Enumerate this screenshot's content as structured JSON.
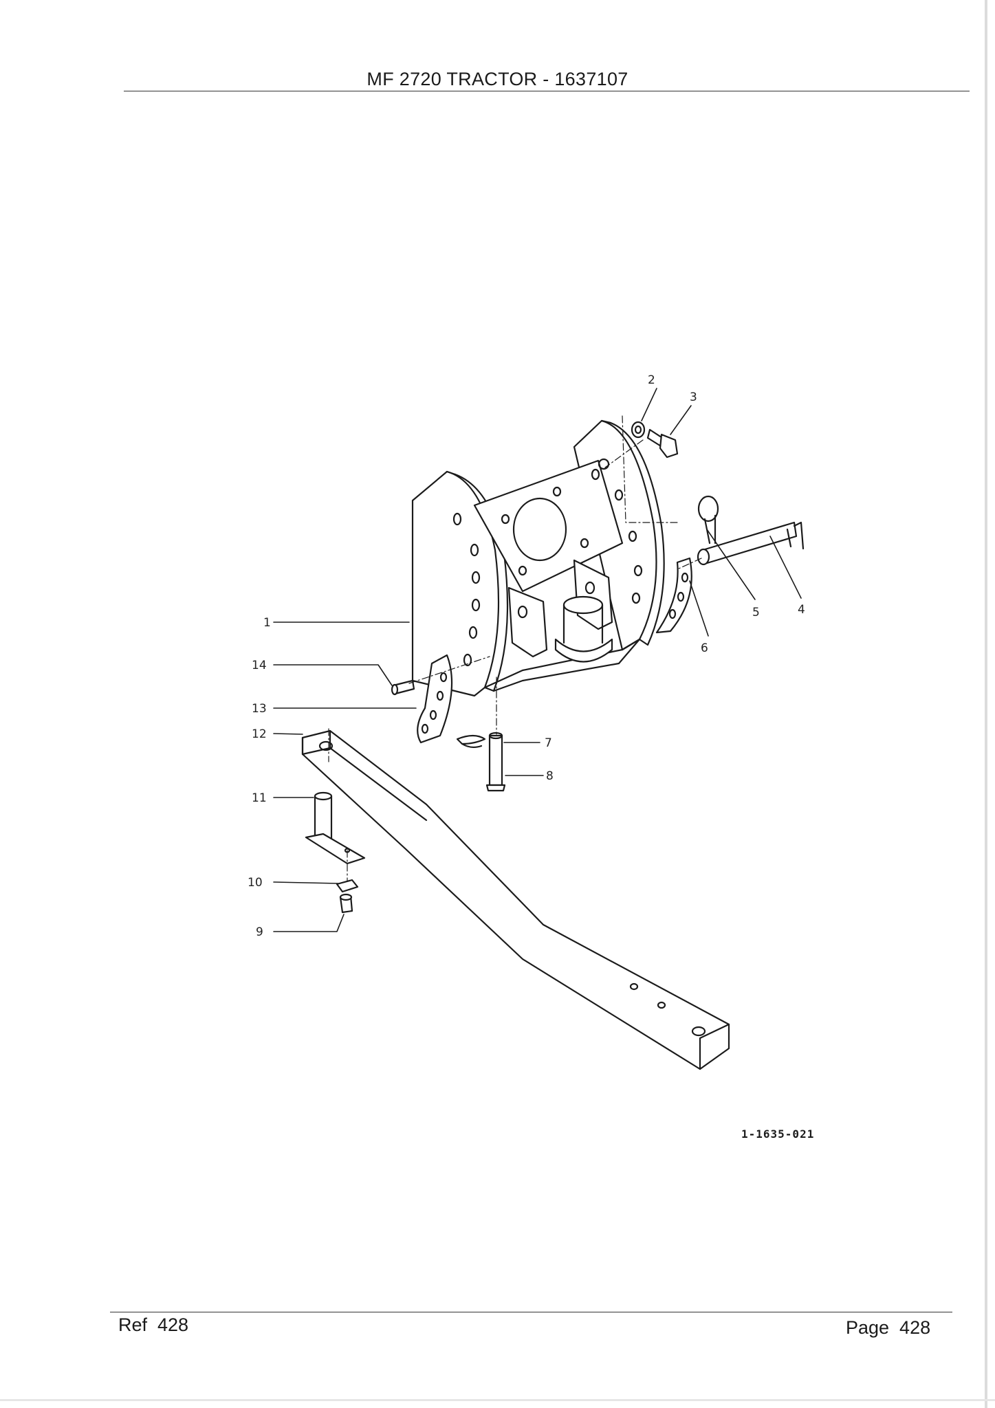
{
  "header": {
    "title": "MF 2720 TRACTOR - 1637107"
  },
  "diagram": {
    "callouts": [
      "1",
      "2",
      "3",
      "4",
      "5",
      "6",
      "7",
      "8",
      "9",
      "10",
      "11",
      "12",
      "13",
      "14"
    ],
    "drawing_code": "1-1635-021"
  },
  "footer": {
    "ref_label": "Ref  428",
    "page_label": "Page  428"
  }
}
